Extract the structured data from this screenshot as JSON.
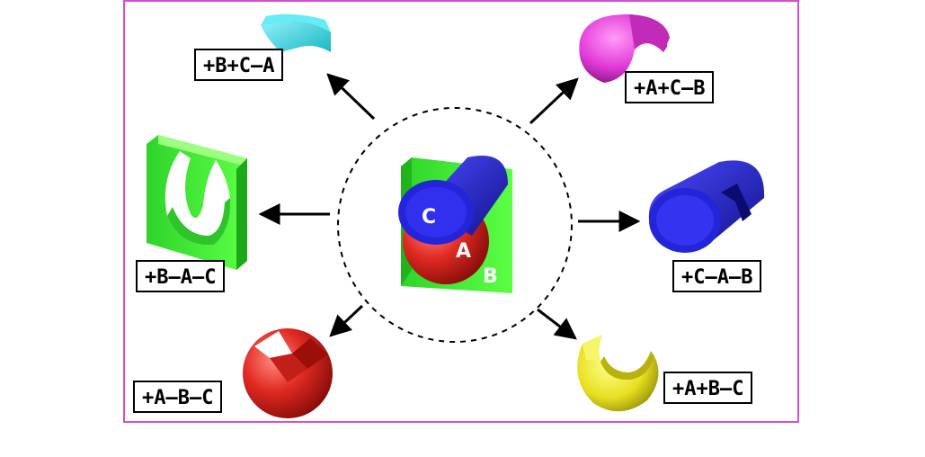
{
  "figure": {
    "center_labels": {
      "c": "C",
      "a": "A",
      "b": "B"
    },
    "results": [
      {
        "id": "top-left",
        "label": "+B+C–A",
        "color": "#33e0e8"
      },
      {
        "id": "top-right",
        "label": "+A+C–B",
        "color": "#e23ad8"
      },
      {
        "id": "mid-left",
        "label": "+B–A–C",
        "color": "#33e026"
      },
      {
        "id": "mid-right",
        "label": "+C–A–B",
        "color": "#1f1fd6"
      },
      {
        "id": "bottom-left",
        "label": "+A–B–C",
        "color": "#e02a22"
      },
      {
        "id": "bottom-right",
        "label": "+A+B–C",
        "color": "#e8e020"
      }
    ],
    "frame_color": "#d050d0"
  }
}
